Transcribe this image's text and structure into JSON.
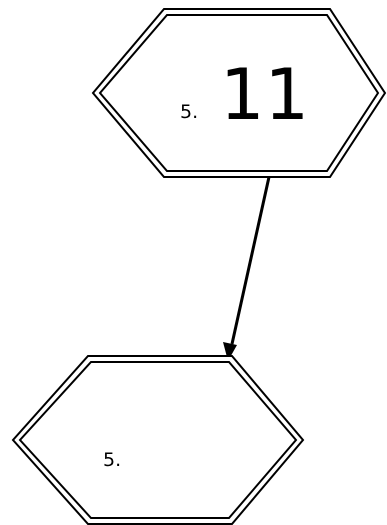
{
  "nodes": [
    {
      "id": "top",
      "prefix": "5.",
      "number": "11"
    },
    {
      "id": "bottom",
      "prefix": "5.",
      "number": ""
    }
  ],
  "edges": [
    {
      "from": "top",
      "to": "bottom",
      "style": "arrow"
    }
  ],
  "colors": {
    "stroke": "#000000",
    "fill": "#ffffff"
  }
}
